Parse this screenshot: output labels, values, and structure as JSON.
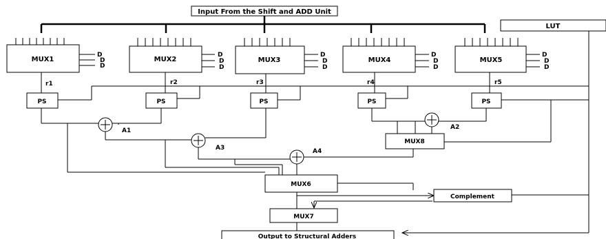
{
  "header": {
    "title": "Input From the Shift and ADD Unit"
  },
  "lut": {
    "label": "LUT"
  },
  "mux_top": [
    {
      "label": "MUX1",
      "port_d1": "D",
      "port_d2": "D",
      "port_d3": "D",
      "reg": "r1"
    },
    {
      "label": "MUX2",
      "port_d1": "D",
      "port_d2": "D",
      "port_d3": "D",
      "reg": "r2"
    },
    {
      "label": "MUX3",
      "port_d1": "D",
      "port_d2": "D",
      "port_d3": "D",
      "reg": "r3"
    },
    {
      "label": "MUX4",
      "port_d1": "D",
      "port_d2": "D",
      "port_d3": "D",
      "reg": "r4"
    },
    {
      "label": "MUX5",
      "port_d1": "D",
      "port_d2": "D",
      "port_d3": "D",
      "reg": "r5"
    }
  ],
  "ps_blocks": [
    "PS",
    "PS",
    "PS",
    "PS",
    "PS"
  ],
  "adders": {
    "a1": "A1",
    "a2": "A2",
    "a3": "A3",
    "a4": "A4"
  },
  "mux8": {
    "label": "MUX8"
  },
  "mux6": {
    "label": "MUX6"
  },
  "mux7": {
    "label": "MUX7"
  },
  "complement": {
    "label": "Complement"
  },
  "output": {
    "label": "Output to Structural Adders"
  }
}
